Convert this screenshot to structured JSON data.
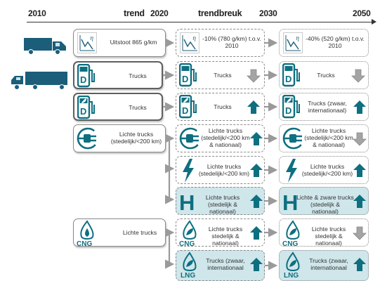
{
  "timeline": {
    "y2010": "2010",
    "trend": "trend",
    "y2020": "2020",
    "trendbreuk": "trendbreuk",
    "y2030": "2030",
    "y2050": "2050"
  },
  "colors": {
    "teal": "#0e6f80",
    "dark_blue": "#1b5e7a",
    "grey_arrow": "#9a9a9a",
    "box_fill_teal": "#cfe6ea"
  },
  "rows": {
    "r1": {
      "c2010": "Uitstoot 865 g/km",
      "c2030": "-10% (780 g/km) t.o.v. 2010",
      "c2050": "-40% (520 g/km) t.o.v. 2010"
    },
    "r2": {
      "c2010": "Trucks",
      "c2030": "Trucks",
      "c2050": "Trucks"
    },
    "r3": {
      "c2010": "Trucks",
      "c2030": "Trucks",
      "c2050": "Trucks (zwaar, internationaal)"
    },
    "r4": {
      "c2010": "Lichte trucks (stedelijk/<200 km)",
      "c2030": "Lichte trucks (stedelijk/<200 km & nationaal)",
      "c2050": "Lichte trucks (stedelijk/<200 km & nationaal)"
    },
    "r5": {
      "c2030": "Lichte trucks (stedelijk/<200 km)",
      "c2050": "Lichte trucks (stedelijk/<200 km)"
    },
    "r6": {
      "c2030": "Lichte trucks (stedelijk & nationaal)",
      "c2050": "Lichte & zware trucks (stedelijk & nationaal)"
    },
    "r7": {
      "c2010": "Lichte trucks",
      "c2030": "Lichte trucks stedelijk & nationaal)",
      "c2050": "Lichte trucks stedelijk & nationaal)"
    },
    "r8": {
      "c2030": "Trucks (zwaar, internationaal",
      "c2050": "Trucks (zwaar, internationaal"
    }
  },
  "icons": {
    "d": "D",
    "h": "H",
    "cng": "CNG",
    "lng": "LNG"
  }
}
